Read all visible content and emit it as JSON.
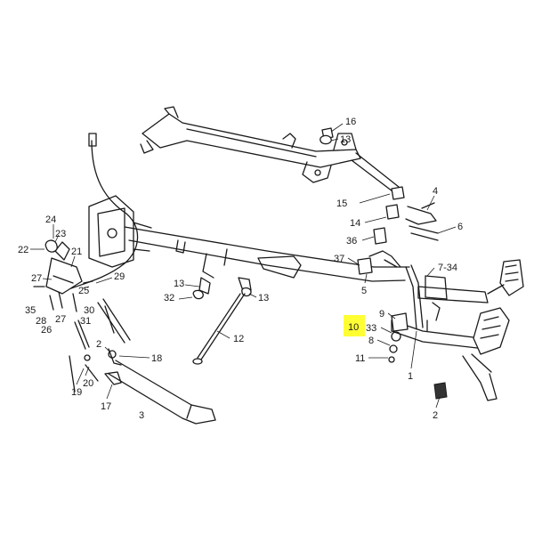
{
  "highlight": {
    "label": "10",
    "color": "#ffff33"
  },
  "callouts": [
    {
      "id": "c16",
      "text": "16"
    },
    {
      "id": "c13a",
      "text": "13"
    },
    {
      "id": "c15",
      "text": "15"
    },
    {
      "id": "c4",
      "text": "4"
    },
    {
      "id": "c14",
      "text": "14"
    },
    {
      "id": "c6",
      "text": "6"
    },
    {
      "id": "c36",
      "text": "36"
    },
    {
      "id": "c37",
      "text": "37"
    },
    {
      "id": "c5",
      "text": "5"
    },
    {
      "id": "c7-34",
      "text": "7-34"
    },
    {
      "id": "c9",
      "text": "9"
    },
    {
      "id": "c10",
      "text": "10"
    },
    {
      "id": "c33",
      "text": "33"
    },
    {
      "id": "c8",
      "text": "8"
    },
    {
      "id": "c11",
      "text": "11"
    },
    {
      "id": "c1",
      "text": "1"
    },
    {
      "id": "c2b",
      "text": "2"
    },
    {
      "id": "c24",
      "text": "24"
    },
    {
      "id": "c23",
      "text": "23"
    },
    {
      "id": "c22",
      "text": "22"
    },
    {
      "id": "c21",
      "text": "21"
    },
    {
      "id": "c27a",
      "text": "27"
    },
    {
      "id": "c25",
      "text": "25"
    },
    {
      "id": "c29",
      "text": "29"
    },
    {
      "id": "c35",
      "text": "35"
    },
    {
      "id": "c28",
      "text": "28"
    },
    {
      "id": "c27b",
      "text": "27"
    },
    {
      "id": "c26",
      "text": "26"
    },
    {
      "id": "c30",
      "text": "30"
    },
    {
      "id": "c31",
      "text": "31"
    },
    {
      "id": "c13b",
      "text": "13"
    },
    {
      "id": "c32",
      "text": "32"
    },
    {
      "id": "c13c",
      "text": "13"
    },
    {
      "id": "c12",
      "text": "12"
    },
    {
      "id": "c2a",
      "text": "2"
    },
    {
      "id": "c18",
      "text": "18"
    },
    {
      "id": "c19",
      "text": "19"
    },
    {
      "id": "c20",
      "text": "20"
    },
    {
      "id": "c17",
      "text": "17"
    },
    {
      "id": "c3",
      "text": "3"
    }
  ]
}
